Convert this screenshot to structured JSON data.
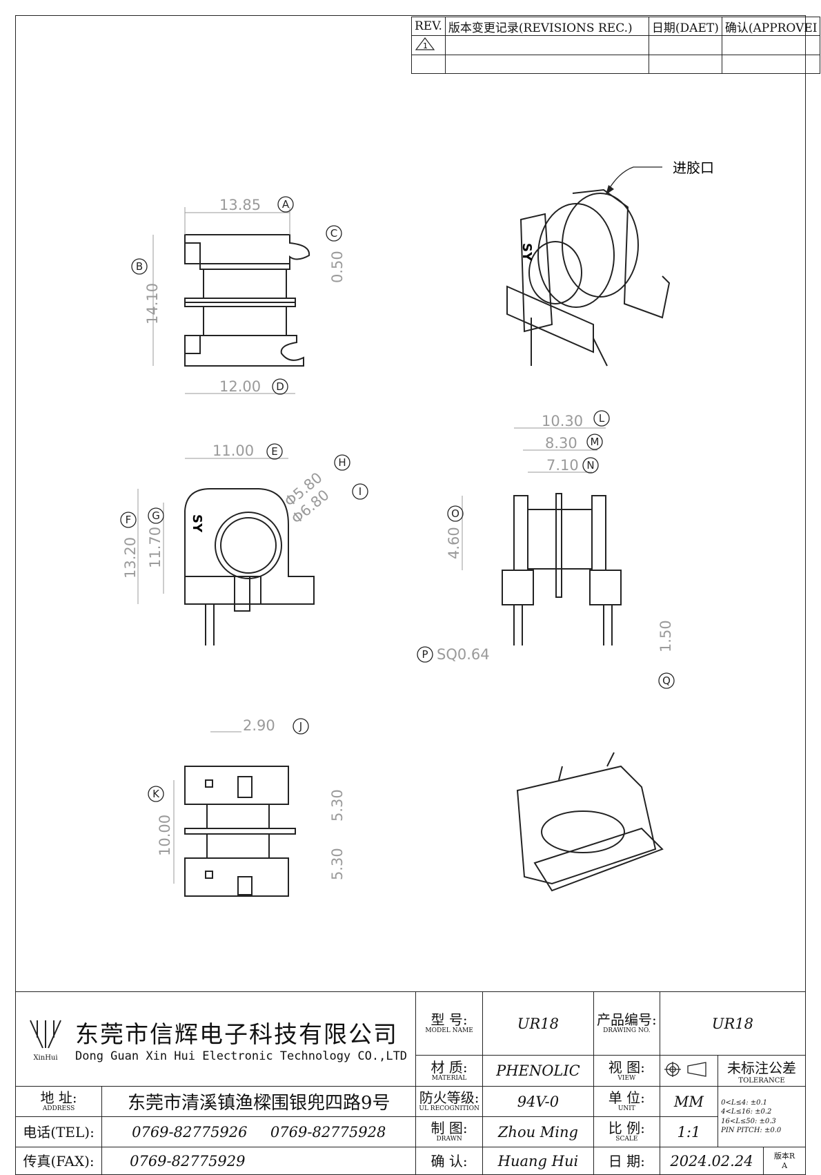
{
  "revisions": {
    "headers": [
      "REV.",
      "版本变更记录(REVISIONS REC.)",
      "日期(DAET)",
      "确认(APPROVEI"
    ],
    "rows": [
      [
        "",
        "",
        "",
        ""
      ],
      [
        "",
        "",
        "",
        ""
      ]
    ]
  },
  "callout": "进胶口",
  "part_mark": "SY",
  "dims": {
    "top": {
      "width": "13.85",
      "width_tag": "A",
      "height": "14.10",
      "height_tag": "B",
      "gap": "0.50",
      "gap_tag": "C",
      "base": "12.00",
      "base_tag": "D"
    },
    "front": {
      "width": "11.00",
      "width_tag": "E",
      "height": "13.20",
      "height_tag": "F",
      "body": "11.70",
      "body_tag": "G",
      "inner": "Φ5.80",
      "inner_tag": "H",
      "outer": "Φ6.80",
      "outer_tag": "I"
    },
    "side": {
      "w1": "10.30",
      "w1_tag": "L",
      "w2": "8.30",
      "w2_tag": "M",
      "w3": "7.10",
      "w3_tag": "N",
      "h": "4.60",
      "h_tag": "O",
      "pin": "SQ0.64",
      "pin_tag": "P",
      "pin_len": "1.50",
      "pin_len_tag": "Q"
    },
    "bottom": {
      "pitch": "2.90",
      "pitch_tag": "J",
      "span": "10.00",
      "span_tag": "K",
      "half1": "5.30",
      "half2": "5.30"
    }
  },
  "title_block": {
    "company_cn": "东莞市信辉电子科技有限公司",
    "company_en": "Dong Guan Xin Hui Electronic Technology CO.,LTD",
    "logo_text": "XinHui",
    "address_label": "地 址:",
    "address_label_en": "ADDRESS",
    "address": "东莞市清溪镇渔樑围银兜四路9号",
    "tel_label": "电话(TEL):",
    "tel1": "0769-82775926",
    "tel2": "0769-82775928",
    "fax_label": "传真(FAX):",
    "fax": "0769-82775929",
    "model_label": "型 号:",
    "model_label_en": "MODEL NAME",
    "model": "UR18",
    "material_label": "材 质:",
    "material_label_en": "MATERIAL",
    "material": "PHENOLIC",
    "fire_label": "防火等级:",
    "fire_label_en": "UL RECOGNITION",
    "fire": "94V-0",
    "drawn_label": "制 图:",
    "drawn_label_en": "DRAWN",
    "drawn": "Zhou Ming",
    "confirm_label": "确 认:",
    "confirm": "Huang Hui",
    "drawing_no_label": "产品编号:",
    "drawing_no_label_en": "DRAWING NO.",
    "drawing_no": "UR18",
    "view_label": "视 图:",
    "view_label_en": "VIEW",
    "unit_label": "单 位:",
    "unit_label_en": "UNIT",
    "unit": "MM",
    "scale_label": "比 例:",
    "scale_label_en": "SCALE",
    "scale": "1:1",
    "date_label": "日 期:",
    "date": "2024.02.24",
    "tolerance_label": "未标注公差",
    "tolerance_label_en": "TOLERANCE",
    "tolerances": [
      "0<L≤4:  ±0.1",
      "4<L≤16:  ±0.2",
      "16<L≤50:  ±0.3",
      "PIN PITCH:  ±0.0"
    ],
    "version_label": "版本R",
    "version": "A"
  }
}
